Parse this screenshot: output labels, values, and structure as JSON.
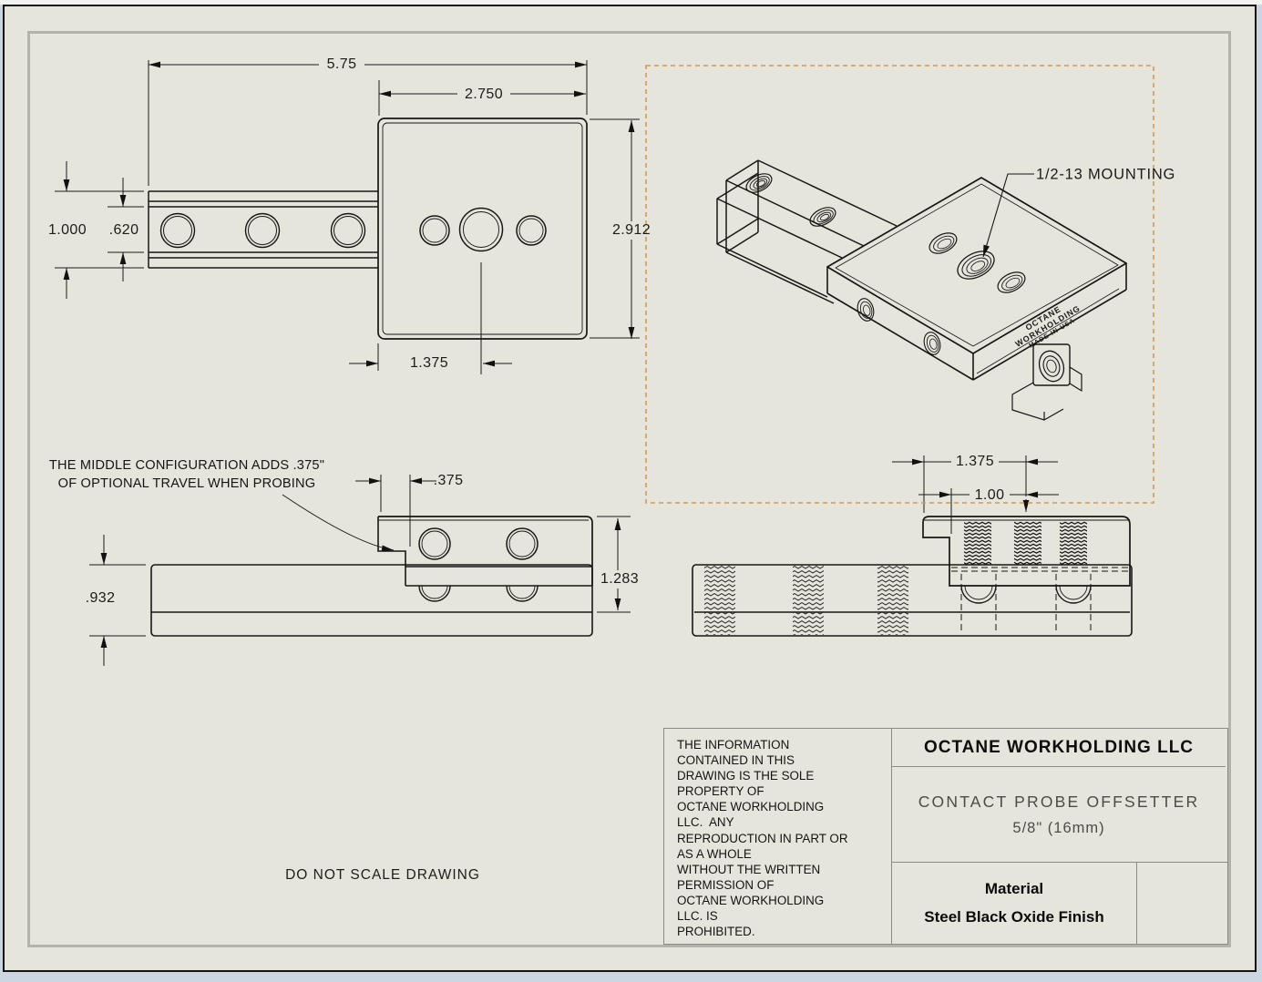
{
  "sheet": {
    "do_not_scale": "DO NOT SCALE DRAWING",
    "paper_color": "#e6e5db",
    "line_color": "#161616",
    "highlight_box_color": "#d39a55"
  },
  "front_view": {
    "dim_overall_width": "5.75",
    "dim_plate_width": "2.750",
    "dim_plate_height": "2.912",
    "dim_rail_height": "1.000",
    "dim_slot_height": ".620",
    "dim_hole_offset": "1.375"
  },
  "side_view_left": {
    "note_line1": "THE MIDDLE CONFIGURATION ADDS .375\"",
    "note_line2": "OF OPTIONAL TRAVEL WHEN PROBING",
    "dim_travel": ".375",
    "dim_total_height": "1.283",
    "dim_bar_height": ".932"
  },
  "side_view_right": {
    "dim_hole_spacing": "1.375",
    "dim_hole_spacing_inner": "1.00"
  },
  "iso_view": {
    "callout": "1/2-13 MOUNTING",
    "engraving_line1": "OCTANE WORKHOLDING",
    "engraving_line2": "MADE IN USA"
  },
  "title_block": {
    "disclaimer": "THE INFORMATION\nCONTAINED IN THIS\nDRAWING IS THE SOLE\nPROPERTY OF\nOCTANE WORKHOLDING\nLLC.  ANY\nREPRODUCTION IN PART OR\nAS A WHOLE\nWITHOUT THE WRITTEN\nPERMISSION OF\nOCTANE WORKHOLDING\nLLC. IS\nPROHIBITED.",
    "company": "OCTANE WORKHOLDING LLC",
    "part_title": "CONTACT PROBE OFFSETTER",
    "part_size": "5/8\" (16mm)",
    "material_label": "Material",
    "material_value": "Steel Black Oxide Finish"
  }
}
